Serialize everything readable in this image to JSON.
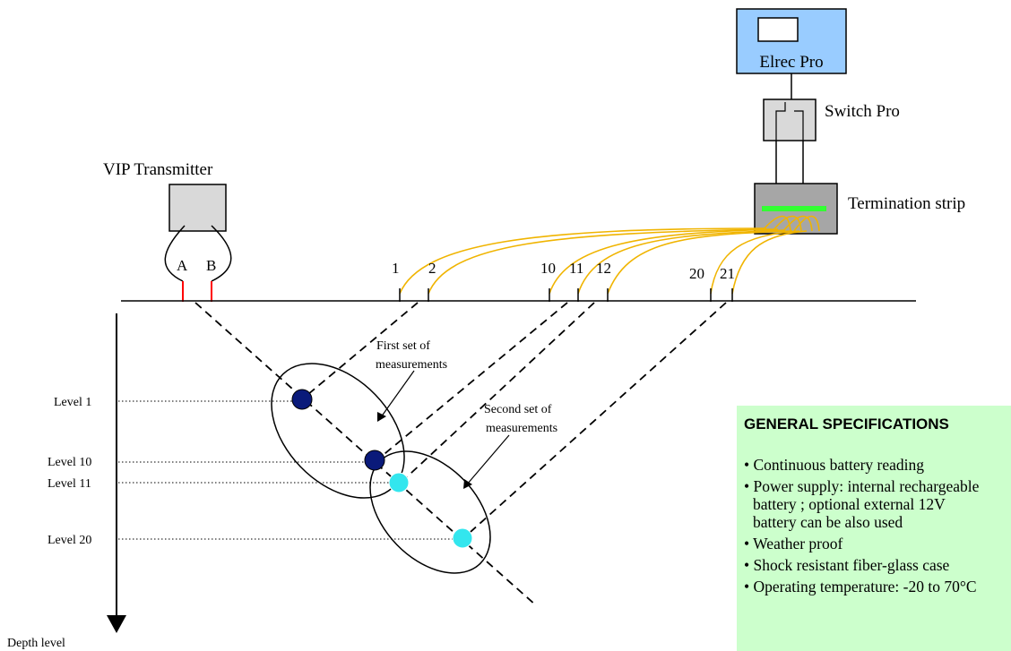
{
  "devices": {
    "elrec": "Elrec Pro",
    "switch": "Switch Pro",
    "termination": "Termination strip",
    "transmitter": "VIP Transmitter",
    "electrode_a": "A",
    "electrode_b": "B"
  },
  "electrodes": [
    "1",
    "2",
    "10",
    "11",
    "12",
    "20",
    "21"
  ],
  "levels": [
    "Level 1",
    "Level 10",
    "Level 11",
    "Level 20"
  ],
  "depth_label": "Depth level",
  "annotations": {
    "first_set": [
      "First set of",
      "measurements"
    ],
    "second_set": [
      "Second set of",
      "measurements"
    ]
  },
  "colors": {
    "first_set_points": "#0a1a7a",
    "second_set_points": "#33e6ee",
    "cable": "#f0b400",
    "device_fill": "#d9d9d9",
    "elrec_fill": "#99ccff",
    "strip_fill": "#a6a6a6",
    "strip_green": "#33ff33",
    "spec_bg": "#ccffcc",
    "electrode_red": "#ff0000"
  },
  "spec": {
    "title": "GENERAL SPECIFICATIONS",
    "items": [
      {
        "lines": [
          "• Continuous battery reading"
        ]
      },
      {
        "lines": [
          "• Power supply: internal rechargeable",
          "battery ; optional external 12V",
          "battery can be also used"
        ]
      },
      {
        "lines": [
          "• Weather proof"
        ]
      },
      {
        "lines": [
          "• Shock resistant fiber-glass case"
        ]
      },
      {
        "lines": [
          "• Operating temperature: -20 to 70°C"
        ]
      }
    ]
  }
}
